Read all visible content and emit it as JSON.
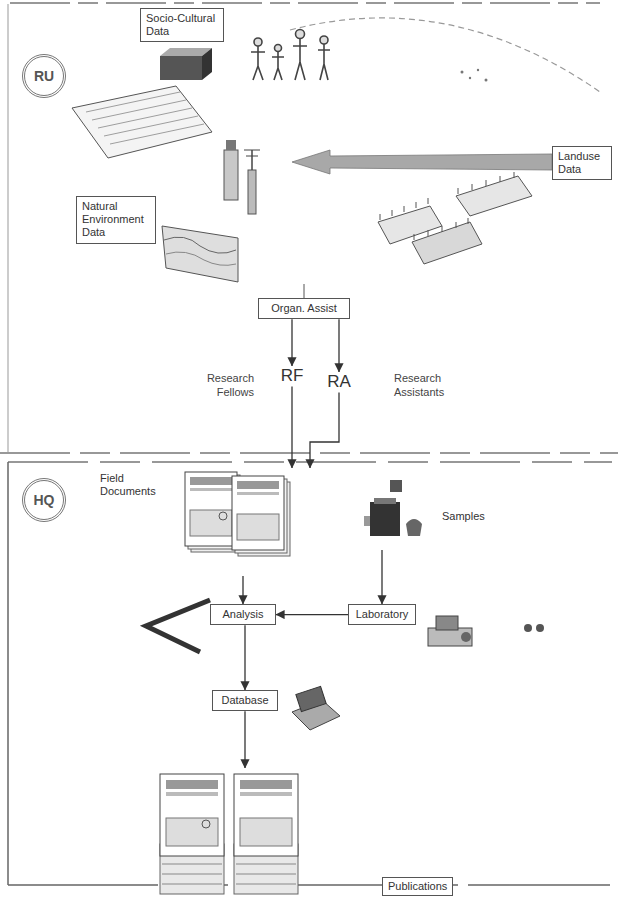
{
  "diagram": {
    "nodes": [
      {
        "text": [
          "RU"
        ]
      },
      {
        "text": [
          "Socio-Cultural Data"
        ]
      },
      {
        "text": [
          "Landuse Data"
        ]
      },
      {
        "text": [
          "Natural Environment Data"
        ]
      },
      {
        "text": [
          "Organ. Assist"
        ]
      },
      {
        "text": [
          "RF"
        ]
      },
      {
        "text": [
          "RA"
        ]
      },
      {
        "text": [
          "HQ"
        ]
      },
      {
        "text": [
          "Field Documents"
        ]
      },
      {
        "text": [
          "Samples"
        ]
      },
      {
        "text": [
          "Analysis"
        ]
      },
      {
        "text": [
          "Laboratory"
        ]
      },
      {
        "text": [
          "Database"
        ]
      },
      {
        "text": [
          "Publications"
        ]
      }
    ],
    "edges": [
      {
        "from": 4,
        "to": 5,
        "arrow": "to"
      },
      {
        "from": 4,
        "to": 6,
        "arrow": "to"
      },
      {
        "from": 5,
        "to": 8,
        "arrow": "to"
      },
      {
        "from": 6,
        "to": 8,
        "arrow": "to"
      },
      {
        "from": 9,
        "to": 11,
        "arrow": "to"
      },
      {
        "from": 8,
        "to": 10,
        "arrow": "to"
      },
      {
        "from": 11,
        "to": 10,
        "arrow": "to"
      },
      {
        "from": 10,
        "to": 12,
        "arrow": "to"
      },
      {
        "from": 12,
        "to": 13,
        "arrow": "to"
      }
    ],
    "labels": [
      "Research Fellows",
      "Research Assistants"
    ]
  }
}
